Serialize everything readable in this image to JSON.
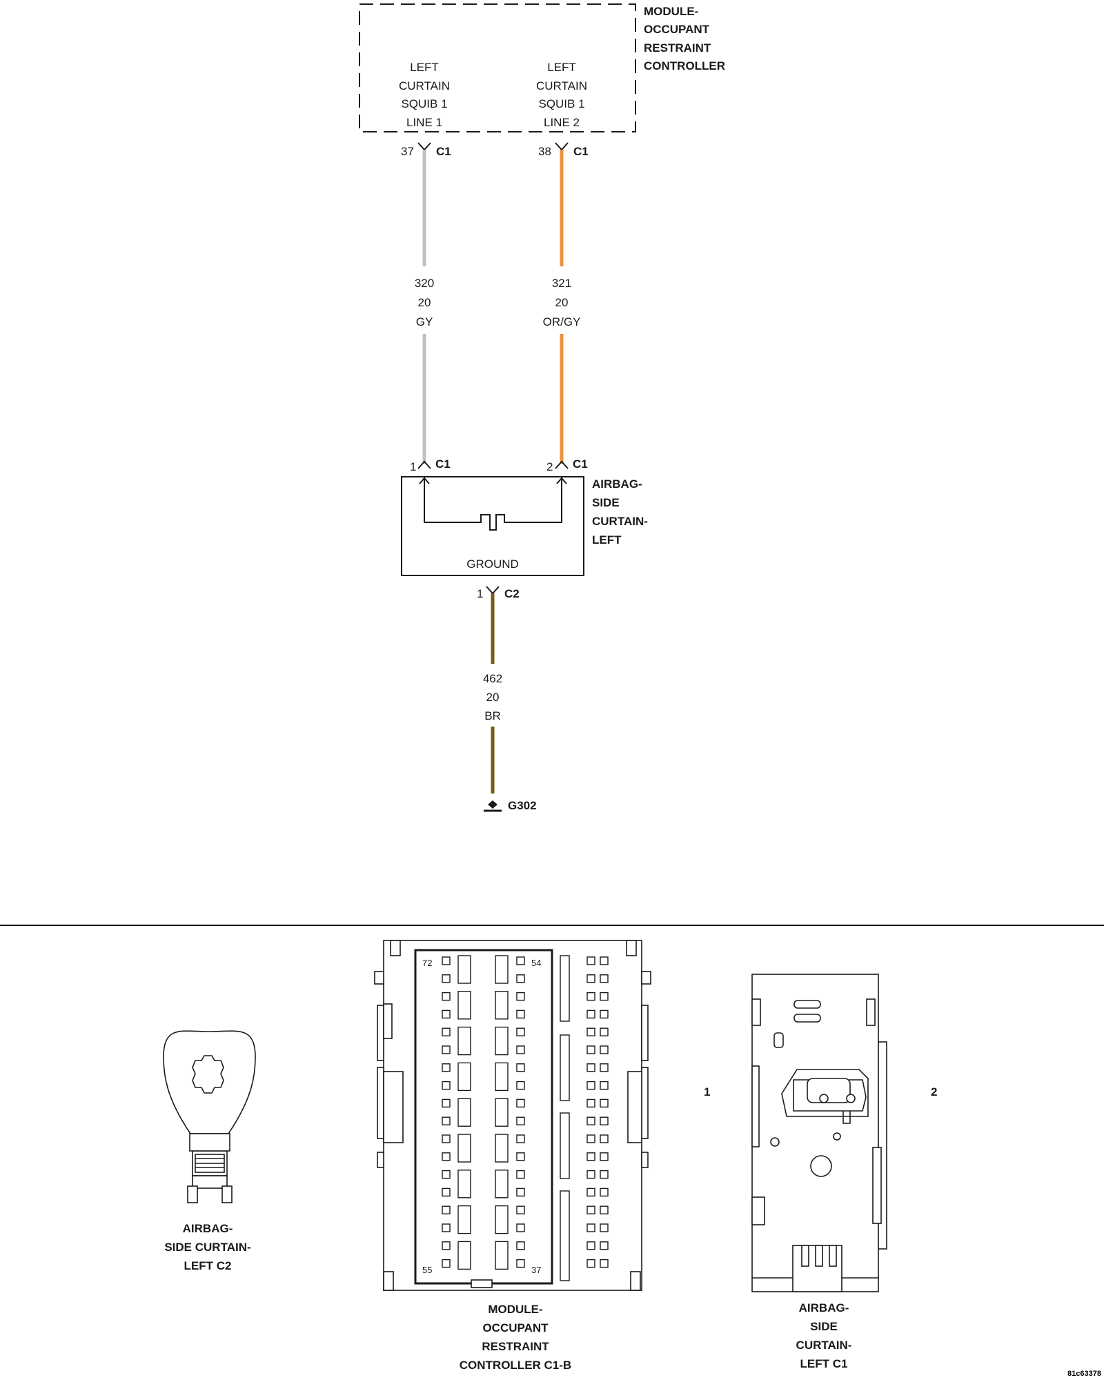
{
  "module": {
    "title_lines": [
      "MODULE-",
      "OCCUPANT",
      "RESTRAINT",
      "CONTROLLER"
    ],
    "line1_lines": [
      "LEFT",
      "CURTAIN",
      "SQUIB 1",
      "LINE 1"
    ],
    "line2_lines": [
      "LEFT",
      "CURTAIN",
      "SQUIB 1",
      "LINE 2"
    ],
    "pin_a": "37",
    "pin_b": "38",
    "conn": "C1"
  },
  "wires": [
    {
      "circuit": "320",
      "gauge": "20",
      "color_code": "GY",
      "color": "#c0c0c0"
    },
    {
      "circuit": "321",
      "gauge": "20",
      "color_code": "OR/GY",
      "color": "#e8943a"
    },
    {
      "circuit": "462",
      "gauge": "20",
      "color_code": "BR",
      "color": "#7a5a14"
    }
  ],
  "airbag": {
    "title_lines": [
      "AIRBAG-",
      "SIDE",
      "CURTAIN-",
      "LEFT"
    ],
    "pin_a": "1",
    "pin_b": "2",
    "conn": "C1",
    "ground_label": "GROUND",
    "c2_pin": "1",
    "c2_conn": "C2"
  },
  "ground": {
    "label": "G302"
  },
  "connectors": {
    "c2_caption": [
      "AIRBAG-",
      "SIDE CURTAIN-",
      "LEFT C2"
    ],
    "c1b_caption": [
      "MODULE-",
      "OCCUPANT",
      "RESTRAINT",
      "CONTROLLER C1-B"
    ],
    "c1b_pins": {
      "top_left": "72",
      "top_right": "54",
      "bottom_left": "55",
      "bottom_right": "37"
    },
    "c1_caption": [
      "AIRBAG-",
      "SIDE",
      "CURTAIN-",
      "LEFT C1"
    ],
    "c1_pins": {
      "left": "1",
      "right": "2"
    }
  },
  "figure_id": "81c63378"
}
